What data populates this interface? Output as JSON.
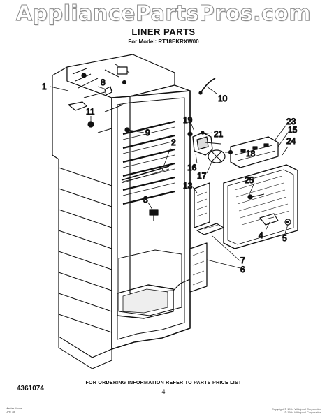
{
  "watermark": "AppliancePartsPros.com",
  "header": {
    "title": "LINER PARTS",
    "subtitle": "For Model: RT18EKRXW00"
  },
  "callouts": [
    "1",
    "2",
    "3",
    "4",
    "5",
    "6",
    "7",
    "9",
    "10",
    "11",
    "13",
    "15",
    "16",
    "17",
    "18",
    "19",
    "21",
    "23",
    "24",
    "25",
    "8"
  ],
  "footer": {
    "part_number": "4361074",
    "ordering_note": "FOR ORDERING INFORMATION REFER TO PARTS PRICE LIST",
    "page_number": "4"
  },
  "corner_left": [
    "Master Model",
    "LPR 18"
  ],
  "corner_right": [
    "Copyright © 1994 Whirlpool Corporation",
    "© 1994 Whirlpool Corporation"
  ]
}
